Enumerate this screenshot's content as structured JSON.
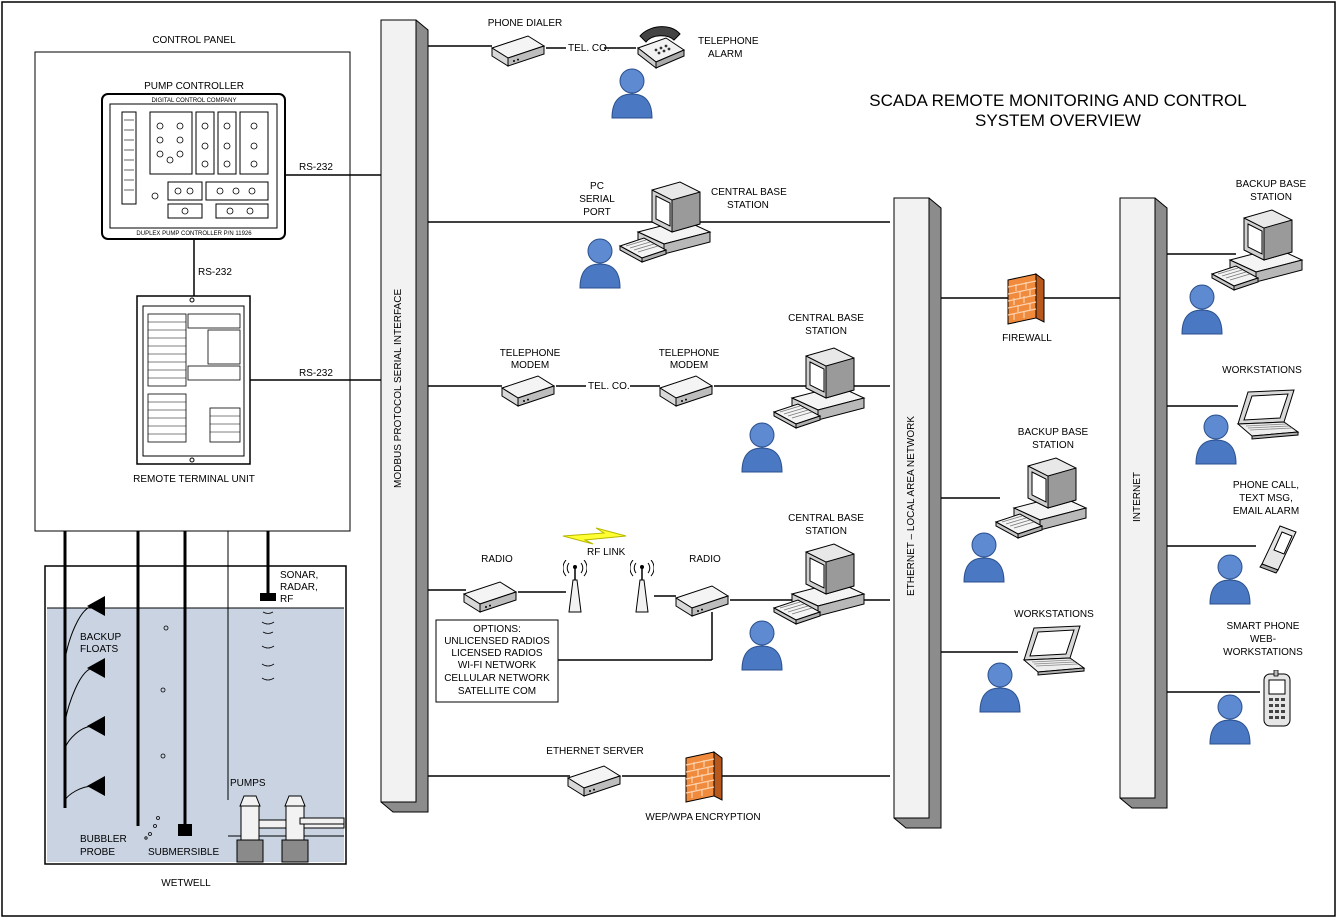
{
  "title": {
    "line1": "SCADA REMOTE MONITORING AND CONTROL",
    "line2": "SYSTEM OVERVIEW"
  },
  "control_panel": {
    "label": "CONTROL PANEL",
    "pump_controller": {
      "label": "PUMP CONTROLLER",
      "company": "DIGITAL CONTROL COMPANY",
      "part": "DUPLEX PUMP CONTROLLER P/N 11926"
    },
    "rtu": {
      "label": "REMOTE TERMINAL UNIT"
    },
    "link_pc_rtu": "RS-232",
    "link_pc_bus": "RS-232",
    "link_rtu_bus": "RS-232"
  },
  "wetwell": {
    "label": "WETWELL",
    "backup_floats": [
      "BACKUP",
      "FLOATS"
    ],
    "bubbler": [
      "BUBBLER",
      "PROBE"
    ],
    "submersible": "SUBMERSIBLE",
    "sonar": [
      "SONAR,",
      "RADAR,",
      "RF"
    ],
    "pumps": "PUMPS"
  },
  "modbus_bus": "MODBUS PROTOCOL SERIAL INTERFACE",
  "ethernet_bus": "ETHERNET – LOCAL AREA NETWORK",
  "internet_bus": "INTERNET",
  "row_phone": {
    "dialer": "PHONE DIALER",
    "telco": "TEL. CO.",
    "alarm": [
      "TELEPHONE",
      "ALARM"
    ]
  },
  "row_pc": {
    "port": [
      "PC",
      "SERIAL",
      "PORT"
    ],
    "station": [
      "CENTRAL BASE",
      "STATION"
    ]
  },
  "row_modem": {
    "modem1": [
      "TELEPHONE",
      "MODEM"
    ],
    "telco": "TEL. CO.",
    "modem2": [
      "TELEPHONE",
      "MODEM"
    ],
    "station": [
      "CENTRAL BASE",
      "STATION"
    ]
  },
  "row_radio": {
    "radio1": "RADIO",
    "rflink": "RF LINK",
    "radio2": "RADIO",
    "station": [
      "CENTRAL BASE",
      "STATION"
    ],
    "options": [
      "OPTIONS:",
      "UNLICENSED RADIOS",
      "LICENSED RADIOS",
      "WI-FI NETWORK",
      "CELLULAR NETWORK",
      "SATELLITE COM"
    ]
  },
  "row_ethernet": {
    "server": "ETHERNET SERVER",
    "encryption": "WEP/WPA ENCRYPTION"
  },
  "lan": {
    "firewall": "FIREWALL",
    "backup": [
      "BACKUP BASE",
      "STATION"
    ],
    "workstations": "WORKSTATIONS"
  },
  "internet": {
    "backup": [
      "BACKUP BASE",
      "STATION"
    ],
    "workstations": "WORKSTATIONS",
    "phone": [
      "PHONE CALL,",
      "TEXT MSG,",
      "EMAIL ALARM"
    ],
    "smartphone": [
      "SMART PHONE",
      "WEB-",
      "WORKSTATIONS"
    ]
  },
  "colors": {
    "water": "#c9d3e2",
    "person": "#4a78c2",
    "firewall": "#f08a3c",
    "bus_face": "#f2f2f2",
    "bus_side": "#8c8c8c"
  }
}
